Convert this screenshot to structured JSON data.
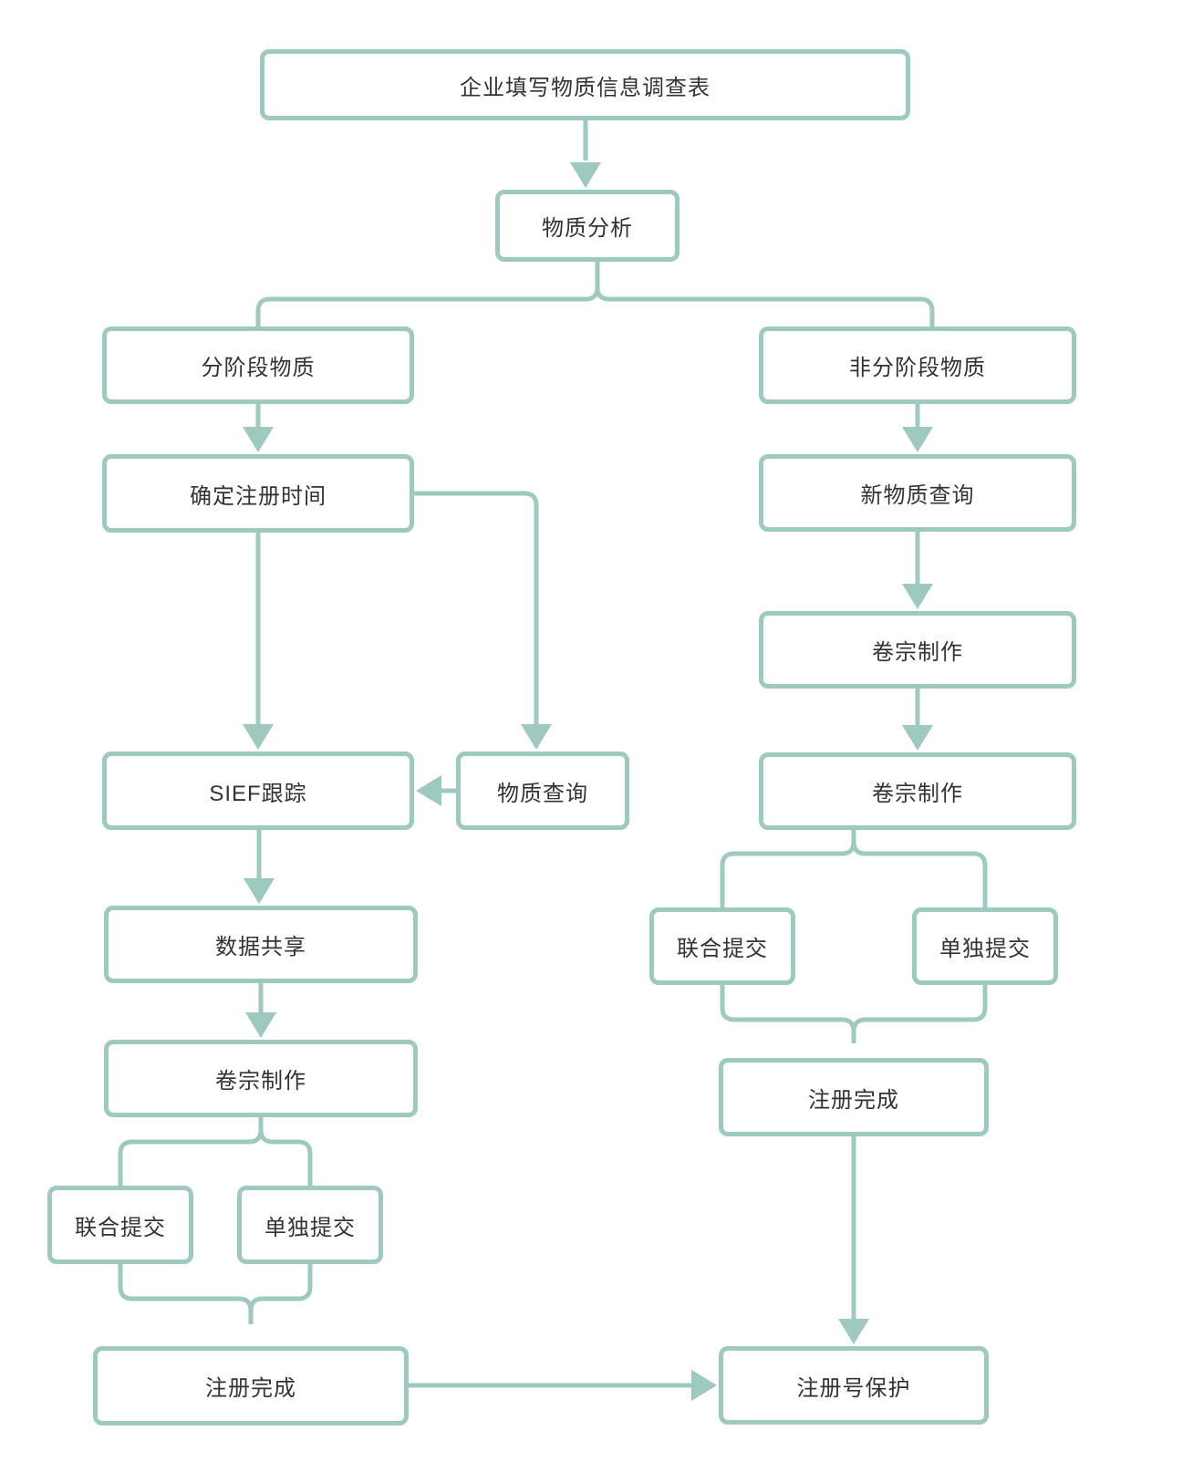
{
  "diagram": {
    "type": "flowchart",
    "accent_color": "#9dc9bf",
    "text_color": "#333333",
    "background_color": "#ffffff",
    "nodes": [
      {
        "id": "survey",
        "label": "企业填写物质信息调查表"
      },
      {
        "id": "analysis",
        "label": "物质分析"
      },
      {
        "id": "phased",
        "label": "分阶段物质"
      },
      {
        "id": "nonphased",
        "label": "非分阶段物质"
      },
      {
        "id": "timing",
        "label": "确定注册时间"
      },
      {
        "id": "new-inquiry",
        "label": "新物质查询"
      },
      {
        "id": "dossier-r1",
        "label": "卷宗制作"
      },
      {
        "id": "sief",
        "label": "SIEF跟踪"
      },
      {
        "id": "sub-inquiry",
        "label": "物质查询"
      },
      {
        "id": "dossier-r2",
        "label": "卷宗制作"
      },
      {
        "id": "data-sharing",
        "label": "数据共享"
      },
      {
        "id": "joint-r",
        "label": "联合提交"
      },
      {
        "id": "single-r",
        "label": "单独提交"
      },
      {
        "id": "dossier-l",
        "label": "卷宗制作"
      },
      {
        "id": "complete-r",
        "label": "注册完成"
      },
      {
        "id": "joint-l",
        "label": "联合提交"
      },
      {
        "id": "single-l",
        "label": "单独提交"
      },
      {
        "id": "complete-l",
        "label": "注册完成"
      },
      {
        "id": "protect",
        "label": "注册号保护"
      }
    ],
    "edges": [
      {
        "from": "survey",
        "to": "analysis",
        "style": "arrow"
      },
      {
        "from": "analysis",
        "to": "phased",
        "style": "branch"
      },
      {
        "from": "analysis",
        "to": "nonphased",
        "style": "branch"
      },
      {
        "from": "phased",
        "to": "timing",
        "style": "arrow"
      },
      {
        "from": "nonphased",
        "to": "new-inquiry",
        "style": "arrow"
      },
      {
        "from": "timing",
        "to": "sief",
        "style": "arrow"
      },
      {
        "from": "timing",
        "to": "sub-inquiry",
        "style": "arrow-elbow"
      },
      {
        "from": "sub-inquiry",
        "to": "sief",
        "style": "arrow"
      },
      {
        "from": "sief",
        "to": "data-sharing",
        "style": "arrow"
      },
      {
        "from": "data-sharing",
        "to": "dossier-l",
        "style": "arrow"
      },
      {
        "from": "new-inquiry",
        "to": "dossier-r1",
        "style": "arrow"
      },
      {
        "from": "dossier-r1",
        "to": "dossier-r2",
        "style": "arrow"
      },
      {
        "from": "dossier-r2",
        "to": "joint-r",
        "style": "branch"
      },
      {
        "from": "dossier-r2",
        "to": "single-r",
        "style": "branch"
      },
      {
        "from": "joint-r",
        "to": "complete-r",
        "style": "merge"
      },
      {
        "from": "single-r",
        "to": "complete-r",
        "style": "merge"
      },
      {
        "from": "dossier-l",
        "to": "joint-l",
        "style": "branch"
      },
      {
        "from": "dossier-l",
        "to": "single-l",
        "style": "branch"
      },
      {
        "from": "joint-l",
        "to": "complete-l",
        "style": "merge"
      },
      {
        "from": "single-l",
        "to": "complete-l",
        "style": "merge"
      },
      {
        "from": "complete-r",
        "to": "protect",
        "style": "arrow"
      },
      {
        "from": "complete-l",
        "to": "protect",
        "style": "arrow"
      }
    ]
  }
}
